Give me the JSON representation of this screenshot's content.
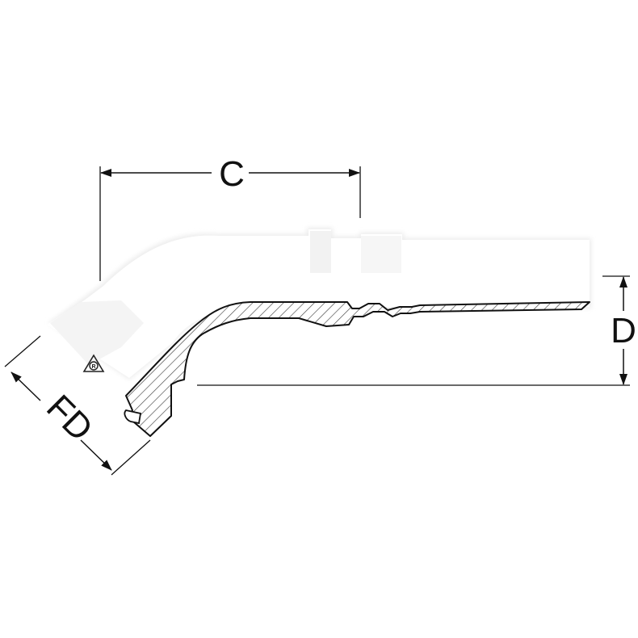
{
  "diagram": {
    "dimensions": {
      "c_label": "C",
      "d_label": "D",
      "fd_label": "FD"
    },
    "logo_icon": "manufacturer-logo-icon",
    "colors": {
      "line": "#111111",
      "body": "#ffffff",
      "shade": "#e6e6e6",
      "hatch": "#444444"
    }
  }
}
